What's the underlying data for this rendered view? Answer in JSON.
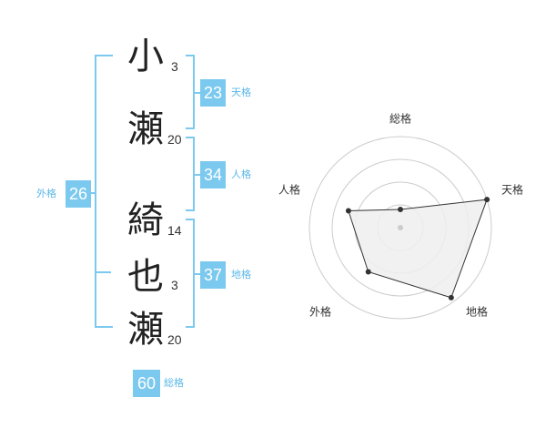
{
  "name_chars": [
    {
      "char": "小",
      "strokes": "3"
    },
    {
      "char": "瀬",
      "strokes": "20"
    },
    {
      "char": "綺",
      "strokes": "14"
    },
    {
      "char": "也",
      "strokes": "3"
    },
    {
      "char": "瀬",
      "strokes": "20"
    }
  ],
  "fortunes": {
    "tenkaku": {
      "value": "23",
      "label": "天格"
    },
    "jinkaku": {
      "value": "34",
      "label": "人格"
    },
    "chikaku": {
      "value": "37",
      "label": "地格"
    },
    "gaikaku": {
      "value": "26",
      "label": "外格"
    },
    "soukaku": {
      "value": "60",
      "label": "総格"
    }
  },
  "radar": {
    "axes": [
      "総格",
      "天格",
      "地格",
      "外格",
      "人格"
    ],
    "values": [
      0.2,
      1.0,
      0.95,
      0.6,
      0.6
    ],
    "fill_color": "#eeeeee",
    "line_color": "#333333",
    "ring_color": "#cccccc"
  },
  "colors": {
    "accent": "#7cc9f0",
    "accent_text": "#5bb8e8"
  }
}
